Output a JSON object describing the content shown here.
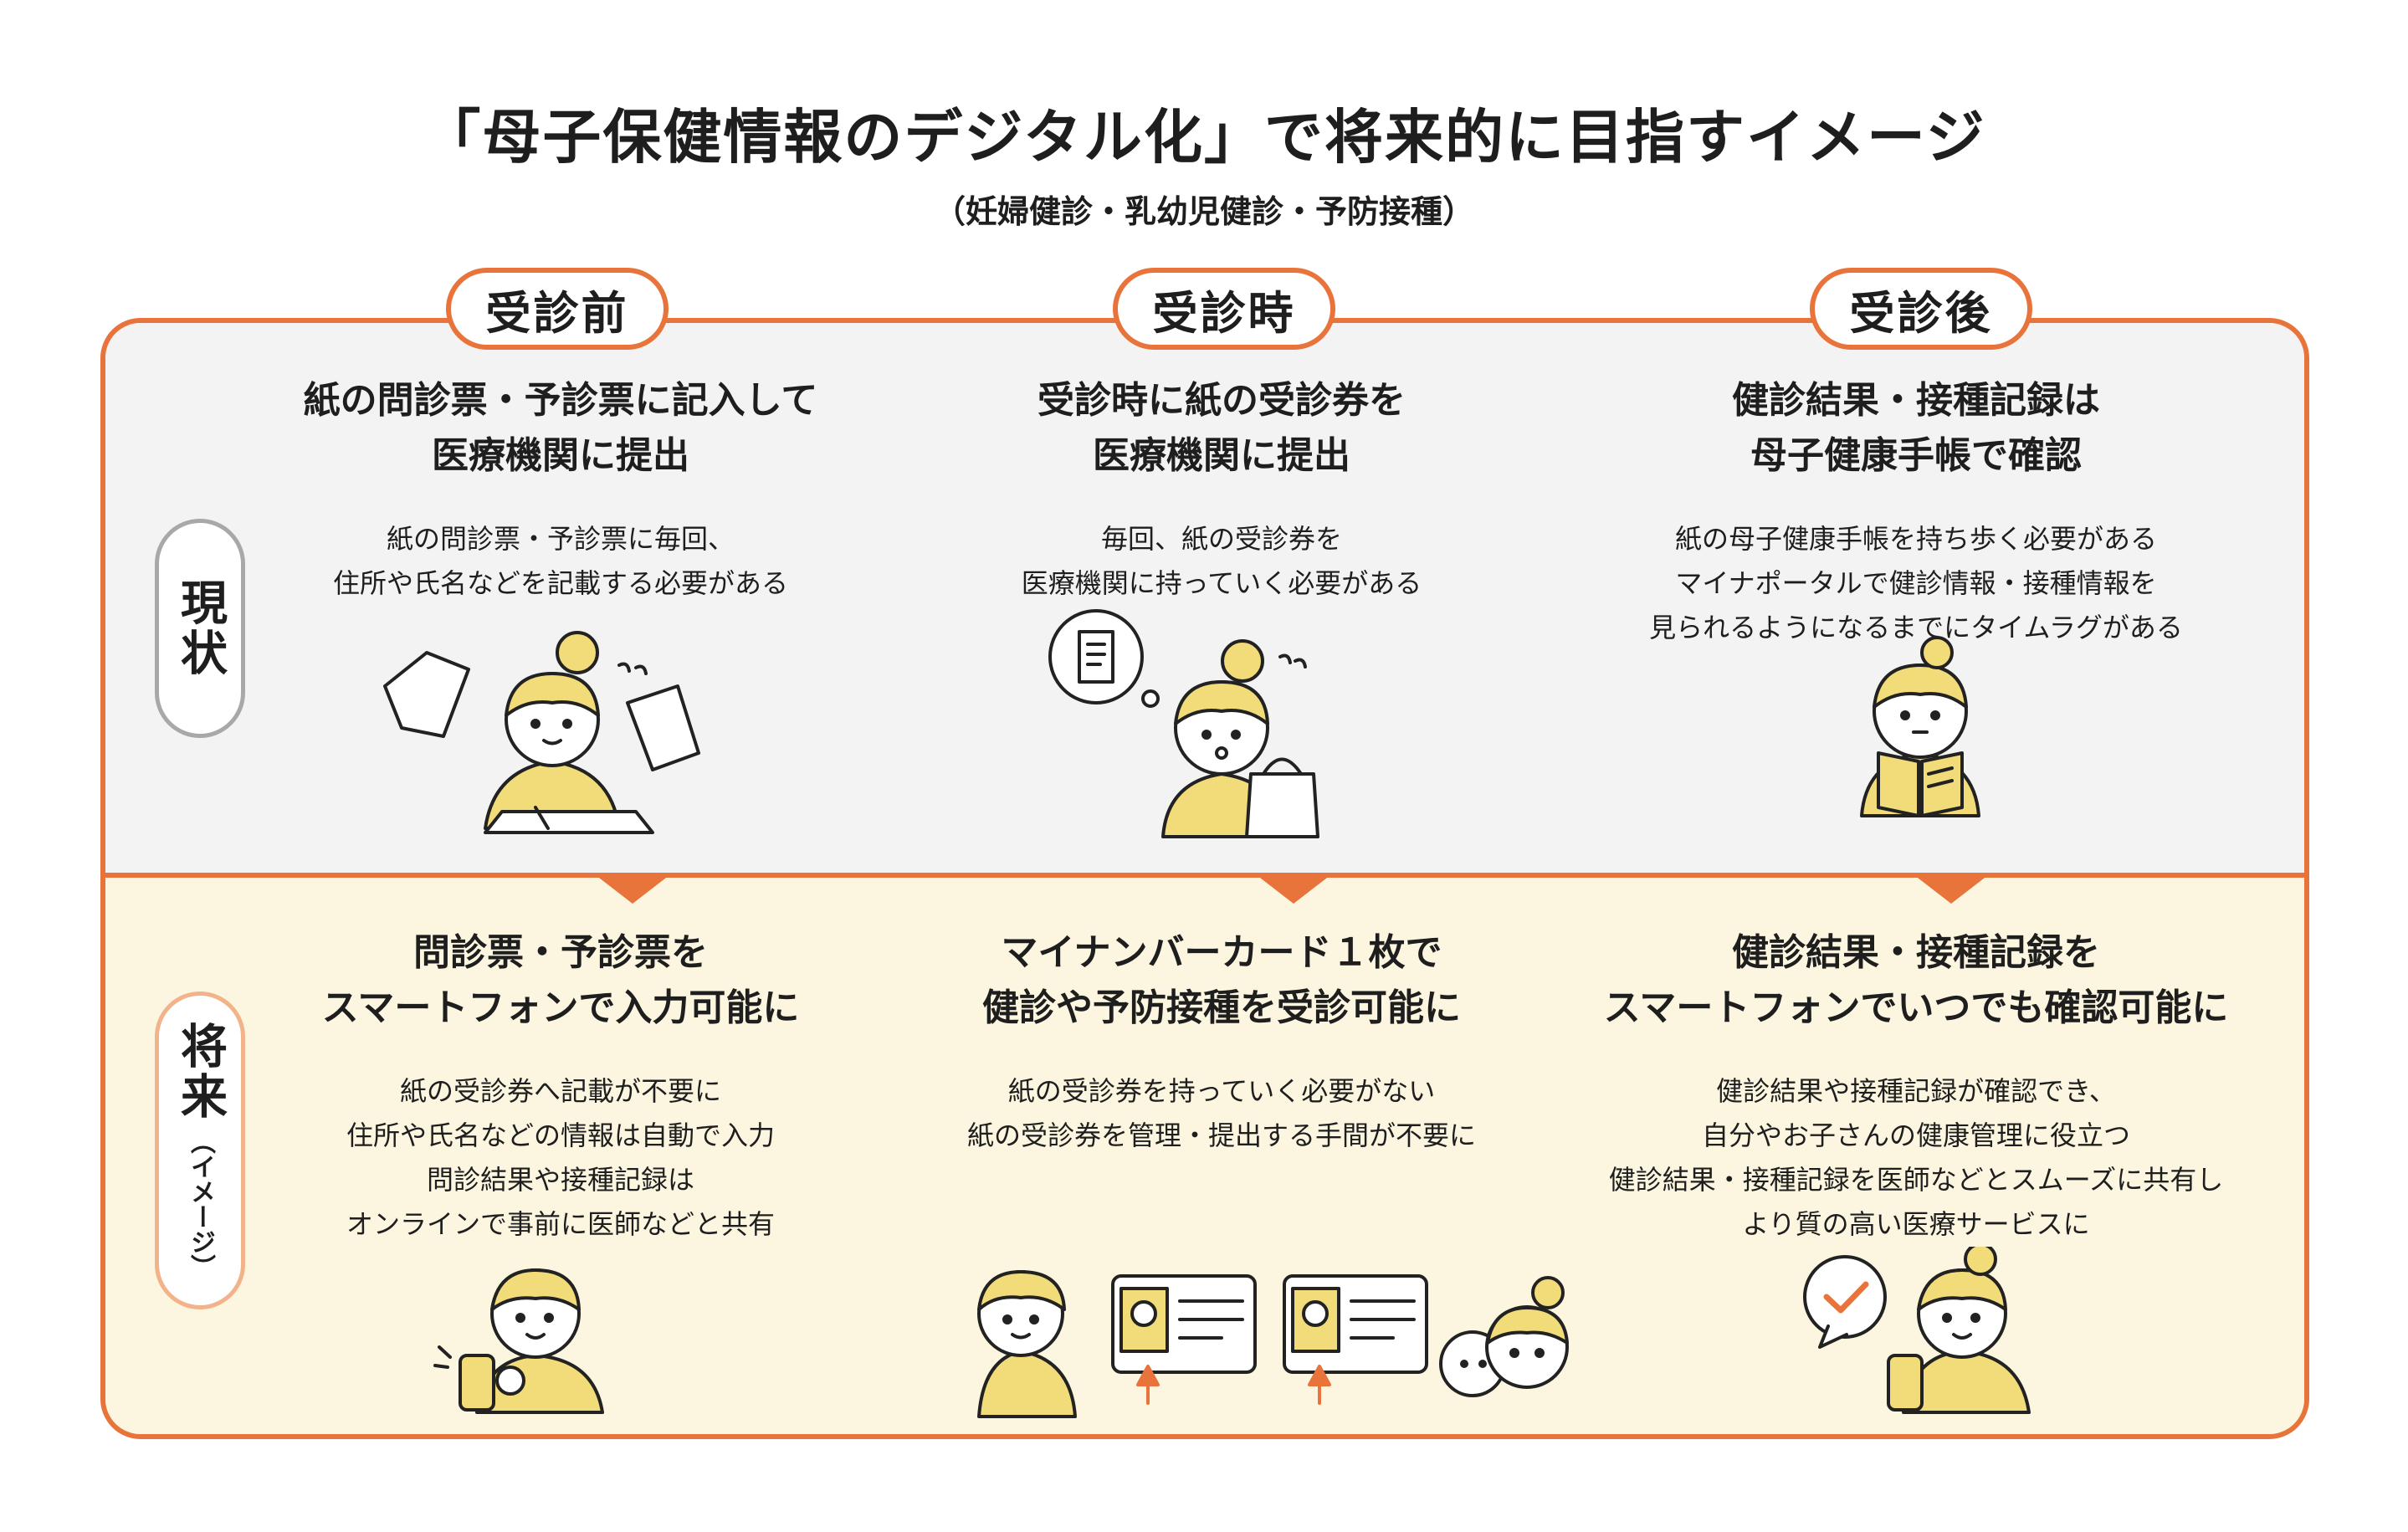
{
  "title": "「母子保健情報のデジタル化」で将来的に目指すイメージ",
  "subtitle": "（妊婦健診・乳幼児健診・予防接種）",
  "phases": [
    {
      "label": "受診前"
    },
    {
      "label": "受診時"
    },
    {
      "label": "受診後"
    }
  ],
  "rows": {
    "current": {
      "label": "現状"
    },
    "future": {
      "label": "将来",
      "sub": "（イメージ）"
    }
  },
  "current": [
    {
      "heading": [
        "紙の問診票・予診票に記入して",
        "医療機関に提出"
      ],
      "body": [
        "紙の問診票・予診票に毎回、",
        "住所や氏名などを記載する必要がある"
      ]
    },
    {
      "heading": [
        "受診時に紙の受診券を",
        "医療機関に提出"
      ],
      "body": [
        "毎回、紙の受診券を",
        "医療機関に持っていく必要がある"
      ]
    },
    {
      "heading": [
        "健診結果・接種記録は",
        "母子健康手帳で確認"
      ],
      "body": [
        "紙の母子健康手帳を持ち歩く必要がある",
        "マイナポータルで健診情報・接種情報を",
        "見られるようになるまでにタイムラグがある"
      ]
    }
  ],
  "future": [
    {
      "heading": [
        "問診票・予診票を",
        "スマートフォンで入力可能に"
      ],
      "body": [
        "紙の受診券へ記載が不要に",
        "住所や氏名などの情報は自動で入力",
        "問診結果や接種記録は",
        "オンラインで事前に医師などと共有"
      ]
    },
    {
      "heading": [
        "マイナンバーカード１枚で",
        "健診や予防接種を受診可能に"
      ],
      "body": [
        "紙の受診券を持っていく必要がない",
        "紙の受診券を管理・提出する手間が不要に"
      ]
    },
    {
      "heading": [
        "健診結果・接種記録を",
        "スマートフォンでいつでも確認可能に"
      ],
      "body": [
        "健診結果や接種記録が確認でき、",
        "自分やお子さんの健康管理に役立つ",
        "健診結果・接種記録を医師などとスムーズに共有し",
        "より質の高い医療サービスに"
      ]
    }
  ],
  "colors": {
    "accent": "#e8743b",
    "current_bg": "#f3f3f3",
    "future_bg": "#fcf6e0",
    "figure": "#f2dc7a",
    "skin": "#ffffff"
  }
}
